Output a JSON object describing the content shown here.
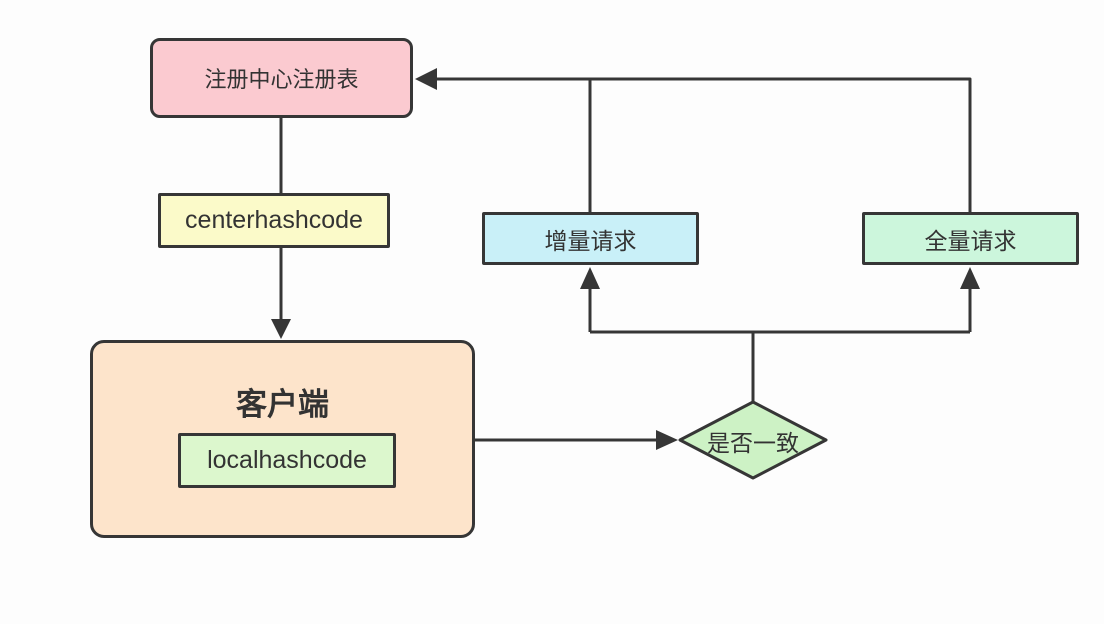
{
  "colors": {
    "line": "#363636",
    "text": "#333333",
    "background": "#fdfdfd"
  },
  "nodes": {
    "registry": {
      "label": "注册中心注册表",
      "fill": "#fbcad0"
    },
    "center_hashcode": {
      "label": "centerhashcode",
      "fill": "#fbfac9"
    },
    "client": {
      "label": "客户端",
      "fill": "#fde4cb"
    },
    "local_hashcode": {
      "label": "localhashcode",
      "fill": "#dcf7cd"
    },
    "incremental_request": {
      "label": "增量请求",
      "fill": "#c9f0f8"
    },
    "full_request": {
      "label": "全量请求",
      "fill": "#ccf6dc"
    },
    "decision": {
      "label": "是否一致",
      "fill": "#cdf2c5"
    }
  },
  "edges": [
    {
      "from": "registry",
      "to": "client",
      "via": "center_hashcode",
      "arrow": "down"
    },
    {
      "from": "client",
      "to": "decision",
      "arrow": "right"
    },
    {
      "from": "decision",
      "to": "incremental_request",
      "arrow": "up"
    },
    {
      "from": "decision",
      "to": "full_request",
      "arrow": "up"
    },
    {
      "from": "incremental_request",
      "to": "registry",
      "arrow": "left"
    },
    {
      "from": "full_request",
      "to": "registry",
      "arrow": "left"
    }
  ]
}
